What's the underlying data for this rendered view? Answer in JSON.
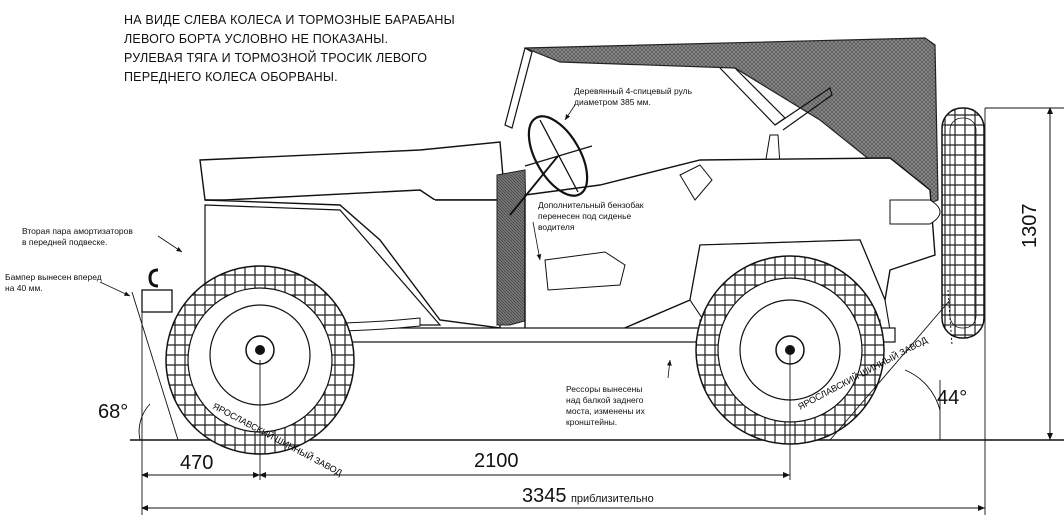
{
  "notes": {
    "top_line1": "НА ВИДЕ СЛЕВА КОЛЕСА И ТОРМОЗНЫЕ БАРАБАНЫ",
    "top_line2": "ЛЕВОГО БОРТА УСЛОВНО НЕ ПОКАЗАНЫ.",
    "top_line3": "РУЛЕВАЯ ТЯГА И ТОРМОЗНОЙ ТРОСИК ЛЕВОГО",
    "top_line4": "ПЕРЕДНЕГО КОЛЕСА ОБОРВАНЫ.",
    "wheel_line1": "Деревянный 4-спицевый руль",
    "wheel_line2": "диаметром 385 мм.",
    "tank_line1": "Дополнительный бензобак",
    "tank_line2": "перенесен под сиденье",
    "tank_line3": "водителя",
    "shock_line1": "Вторая пара амортизаторов",
    "shock_line2": "в передней подвеске.",
    "bumper_line1": "Бампер вынесен вперед",
    "bumper_line2": "на 40 мм.",
    "spring_line1": "Рессоры вынесены",
    "spring_line2": "над балкой заднего",
    "spring_line3": "моста, изменены их",
    "spring_line4": "кронштейны."
  },
  "dimensions": {
    "front_overhang": "470",
    "wheelbase": "2100",
    "total_length": "3345",
    "total_length_note": "приблизительно",
    "height": "1307",
    "approach_angle": "68°",
    "departure_angle": "44°"
  },
  "tire_text": "ЯРОСЛАВСКИЙ ШИННЫЙ ЗАВОД"
}
